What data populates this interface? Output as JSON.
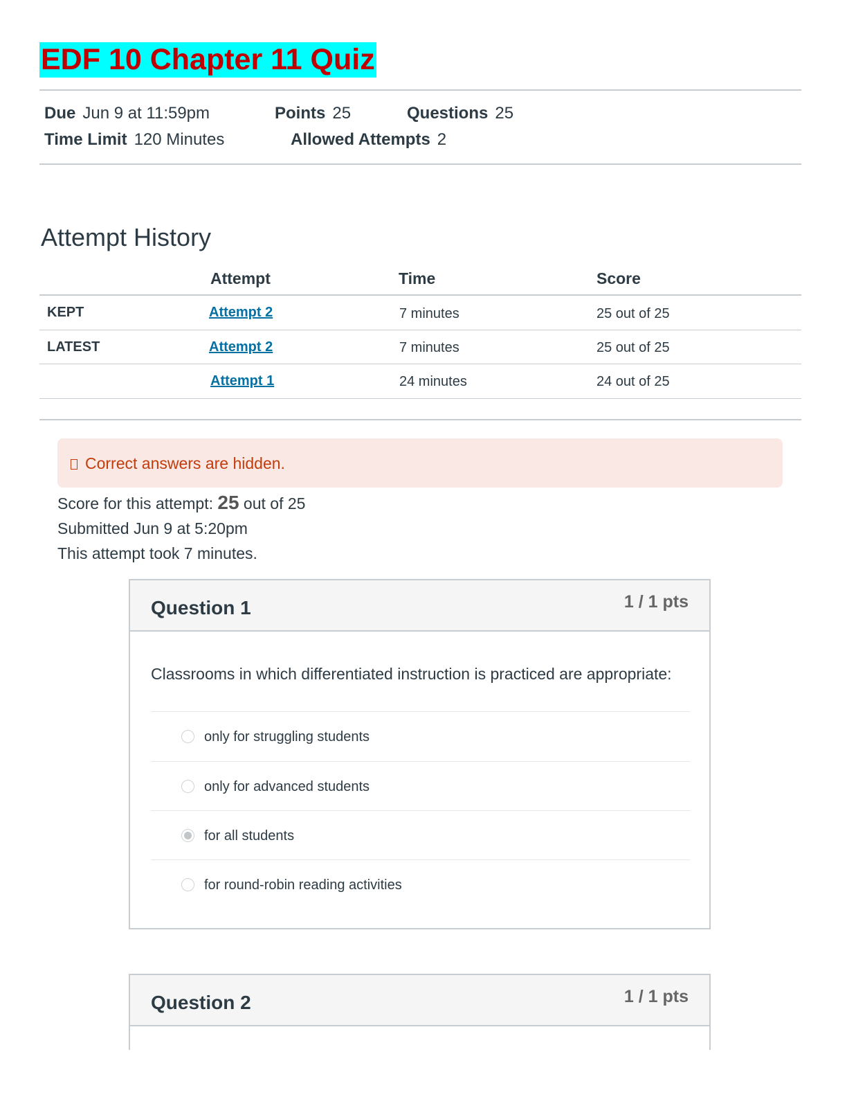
{
  "quiz": {
    "title": "EDF 10 Chapter 11 Quiz",
    "due_label": "Due",
    "due_value": "Jun 9 at 11:59pm",
    "points_label": "Points",
    "points_value": "25",
    "questions_label": "Questions",
    "questions_value": "25",
    "time_limit_label": "Time Limit",
    "time_limit_value": "120 Minutes",
    "allowed_attempts_label": "Allowed Attempts",
    "allowed_attempts_value": "2"
  },
  "history": {
    "heading": "Attempt History",
    "columns": [
      "Attempt",
      "Time",
      "Score"
    ],
    "rows": [
      {
        "label": "KEPT",
        "attempt": "Attempt 2",
        "time": "7 minutes",
        "score": "25 out of 25"
      },
      {
        "label": "LATEST",
        "attempt": "Attempt 2",
        "time": "7 minutes",
        "score": "25 out of 25"
      },
      {
        "label": "",
        "attempt": "Attempt 1",
        "time": "24 minutes",
        "score": "24 out of 25"
      }
    ]
  },
  "alert": {
    "text": "Correct answers are hidden.",
    "color": "#c23c0d",
    "icon": "warning-icon"
  },
  "summary": {
    "score_prefix": "Score for this attempt: ",
    "score_value": "25",
    "score_suffix": " out of 25",
    "submitted": "Submitted Jun 9 at 5:20pm",
    "duration": "This attempt took 7 minutes."
  },
  "questions": [
    {
      "title": "Question 1",
      "points": "1 / 1 pts",
      "text": "Classrooms in which differentiated instruction is practiced are appropriate:",
      "answers": [
        {
          "label": "only for struggling students",
          "selected": false
        },
        {
          "label": "only for advanced students",
          "selected": false
        },
        {
          "label": "for all students",
          "selected": true
        },
        {
          "label": "for round-robin reading activities",
          "selected": false
        }
      ]
    },
    {
      "title": "Question 2",
      "points": "1 / 1 pts"
    }
  ],
  "colors": {
    "title_highlight": "#00ffff",
    "title_text": "#c00000",
    "link": "#0770a3",
    "alert_bg": "#f9e8e3"
  }
}
